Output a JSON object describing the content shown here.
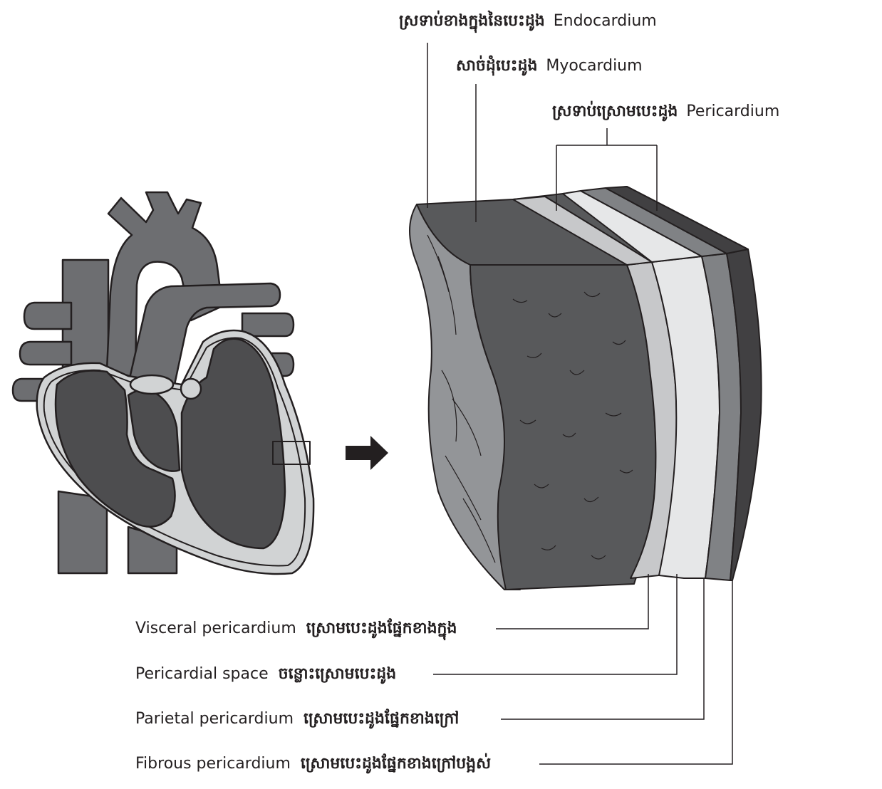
{
  "top_labels": {
    "endocardium": {
      "kh": "ស្រទាប់ខាងក្នុងនៃបេះដូង",
      "en": "Endocardium"
    },
    "myocardium": {
      "kh": "សាច់ដុំបេះដូង",
      "en": "Myocardium"
    },
    "pericardium": {
      "kh": "ស្រទាប់ស្រោមបេះដូង",
      "en": "Pericardium"
    }
  },
  "bottom_labels": {
    "visceral": {
      "en": "Visceral pericardium",
      "kh": "ស្រោមបេះដូងផ្នែកខាងក្នុង"
    },
    "space": {
      "en": "Pericardial space",
      "kh": "ចន្លោះស្រោមបេះដូង"
    },
    "parietal": {
      "en": "Parietal pericardium",
      "kh": "ស្រោមបេះដូងផ្នែកខាងក្រៅ"
    },
    "fibrous": {
      "en": "Fibrous pericardium",
      "kh": "ស្រោមបេះដូងផ្នែកខាងក្រៅបង្អស់"
    }
  },
  "colors": {
    "outline": "#231f20",
    "vessel_gray": "#6d6e71",
    "chamber_dark": "#4d4d4f",
    "lining_light": "#d1d3d4",
    "endocardium_gray": "#939598",
    "myocardium_dark": "#58595b",
    "visceral_light": "#c7c8ca",
    "space_white": "#e6e7e8",
    "parietal_gray": "#808285",
    "fibrous_dark": "#414042"
  }
}
